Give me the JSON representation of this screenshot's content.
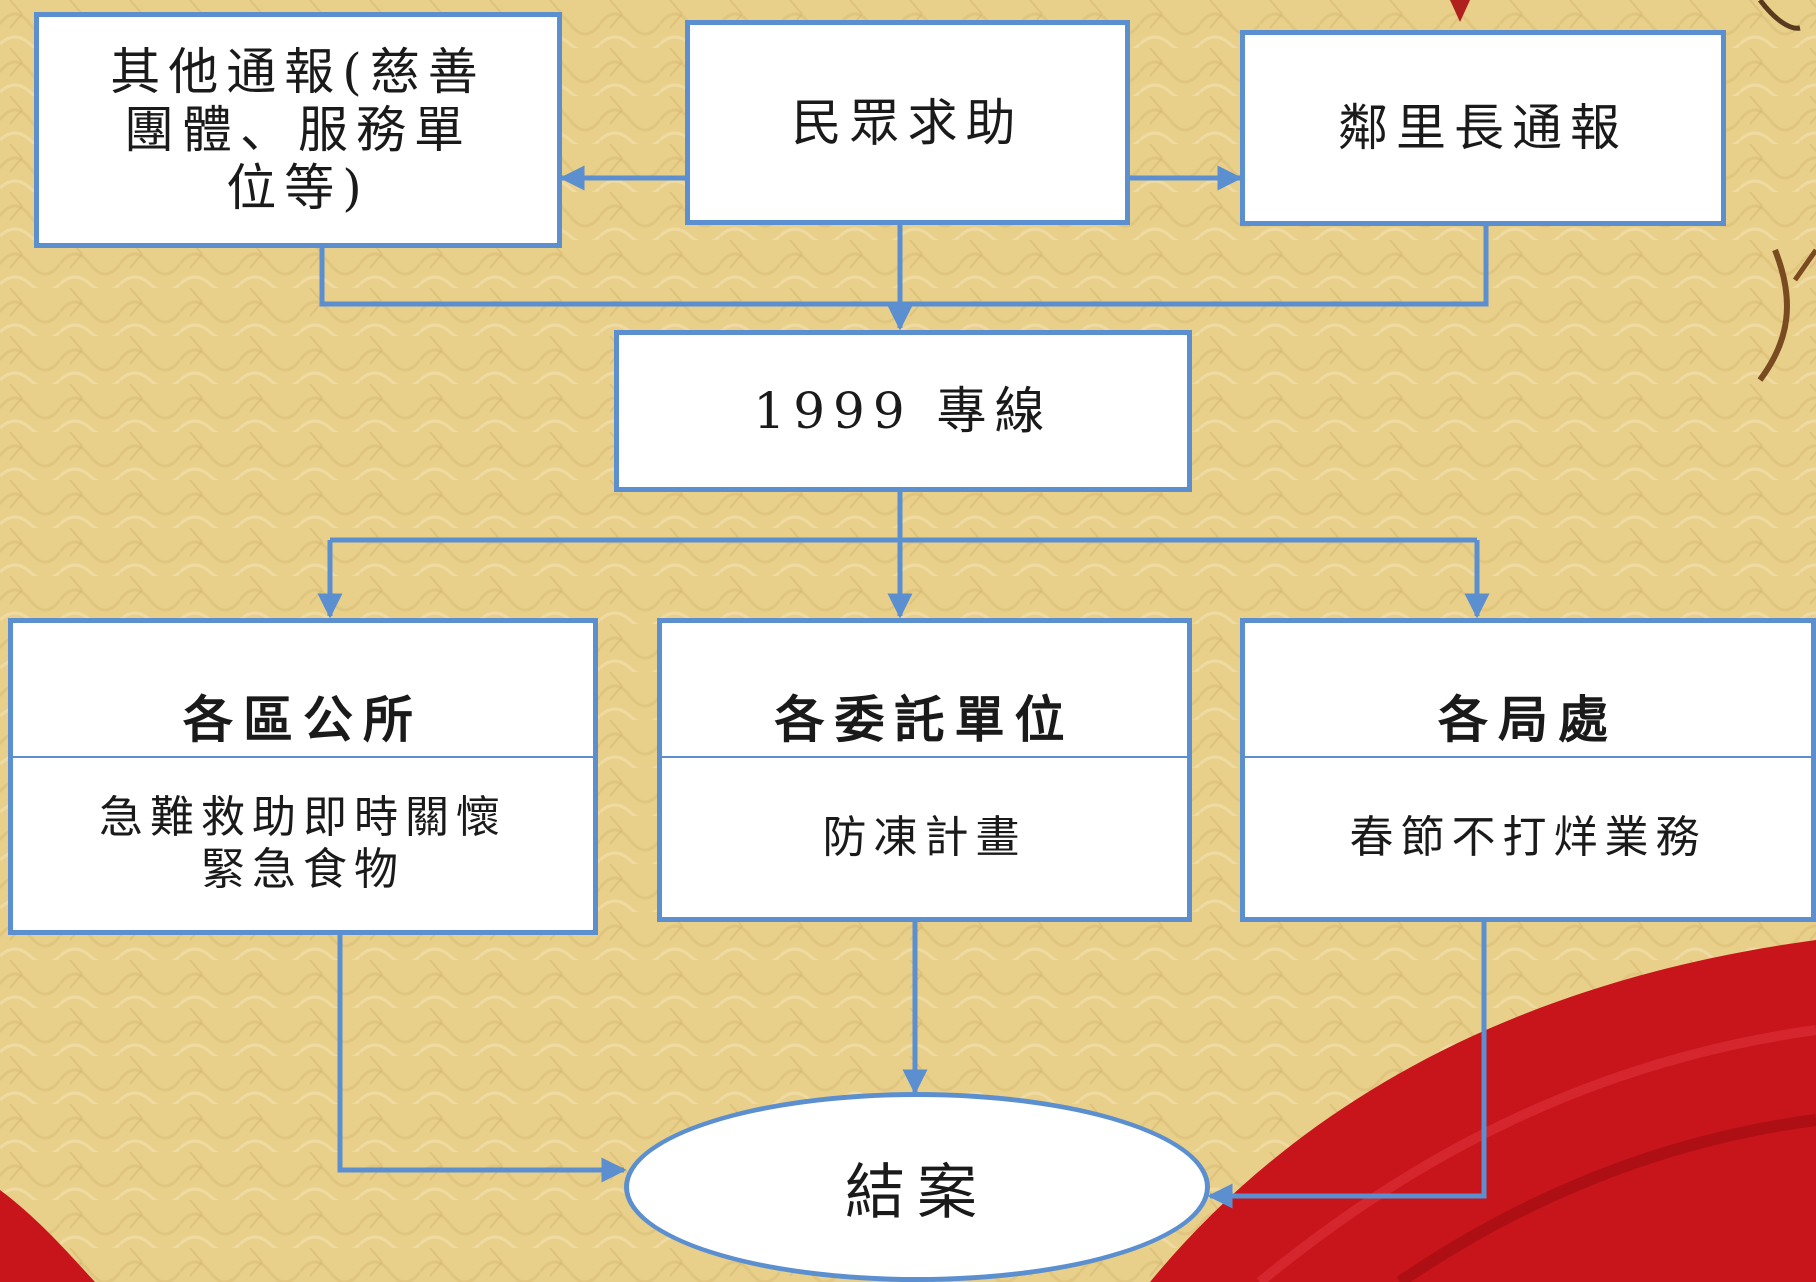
{
  "colors": {
    "box_border": "#5b8fd0",
    "box_fill": "#ffffff",
    "background": "#e8cf8a",
    "accent_red": "#c8141b"
  },
  "nodes": {
    "other_reports": "其他通報(慈善\n團體、服務單\n位等)",
    "public_help": "民眾求助",
    "village_chief": "鄰里長通報",
    "hotline": "1999 專線",
    "district_offices": {
      "title": "各區公所",
      "detail": "急難救助即時關懷\n緊急食物"
    },
    "commissioned_units": {
      "title": "各委託單位",
      "detail": "防凍計畫"
    },
    "bureaus": {
      "title": "各局處",
      "detail": "春節不打烊業務"
    },
    "case_closed": "結案"
  }
}
